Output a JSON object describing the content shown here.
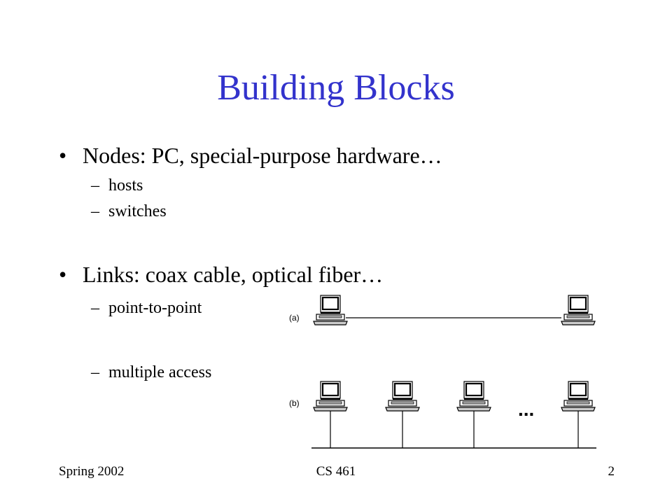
{
  "slide": {
    "title": "Building Blocks",
    "bullets": [
      {
        "text": "Nodes: PC, special-purpose hardware…",
        "subs": [
          "hosts",
          "switches"
        ]
      },
      {
        "text": "Links: coax cable, optical fiber…",
        "subs": [
          "point-to-point",
          "multiple access"
        ]
      }
    ],
    "bullet_glyph": "•",
    "dash_glyph": "–"
  },
  "diagram": {
    "label_a": "(a)",
    "label_b": "(b)",
    "ellipsis": "...",
    "icons": "computer-icon"
  },
  "footer": {
    "left": "Spring 2002",
    "center": "CS 461",
    "page": "2"
  },
  "colors": {
    "title": "#3333cc",
    "text": "#000000"
  }
}
